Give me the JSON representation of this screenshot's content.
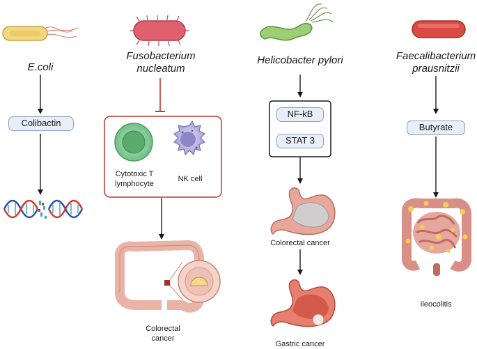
{
  "columns": [
    {
      "name": "E.coli",
      "product": "Colibactin"
    },
    {
      "name_line1": "Fusobacterium",
      "name_line2": "nucleatum",
      "cells": [
        "Cytotoxic T lymphocyte",
        "NK cell"
      ],
      "cells_display": {
        "tcell_line1": "Cytotoxic T",
        "tcell_line2": "lymphocyte",
        "nk": "NK cell"
      },
      "outcome_line1": "Colorectal",
      "outcome_line2": "cancer"
    },
    {
      "name": "Helicobacter pylori",
      "factors": [
        "NF-kB",
        "STAT 3"
      ],
      "outcome1": "Colorectal cancer",
      "outcome2": "Gastric cancer"
    },
    {
      "name_line1": "Faecalibacterium",
      "name_line2": "prausnitzii",
      "product": "Butyrate",
      "outcome": "Ileocolitis"
    }
  ],
  "icons": [
    "ecoli-bacterium-icon",
    "fusobacterium-icon",
    "h-pylori-icon",
    "faecalibacterium-icon",
    "dna-damage-icon",
    "t-cell-icon",
    "nk-cell-icon",
    "colon-icon",
    "stomach-icon",
    "stomach-tumor-icon",
    "intestine-icon"
  ],
  "colors": {
    "arrow": "#1a1a1a",
    "inhibition": "#c0392b",
    "box_border": "#c0392b",
    "pill_fill": "#e9eff8",
    "pill_border": "#8aa0c4"
  }
}
